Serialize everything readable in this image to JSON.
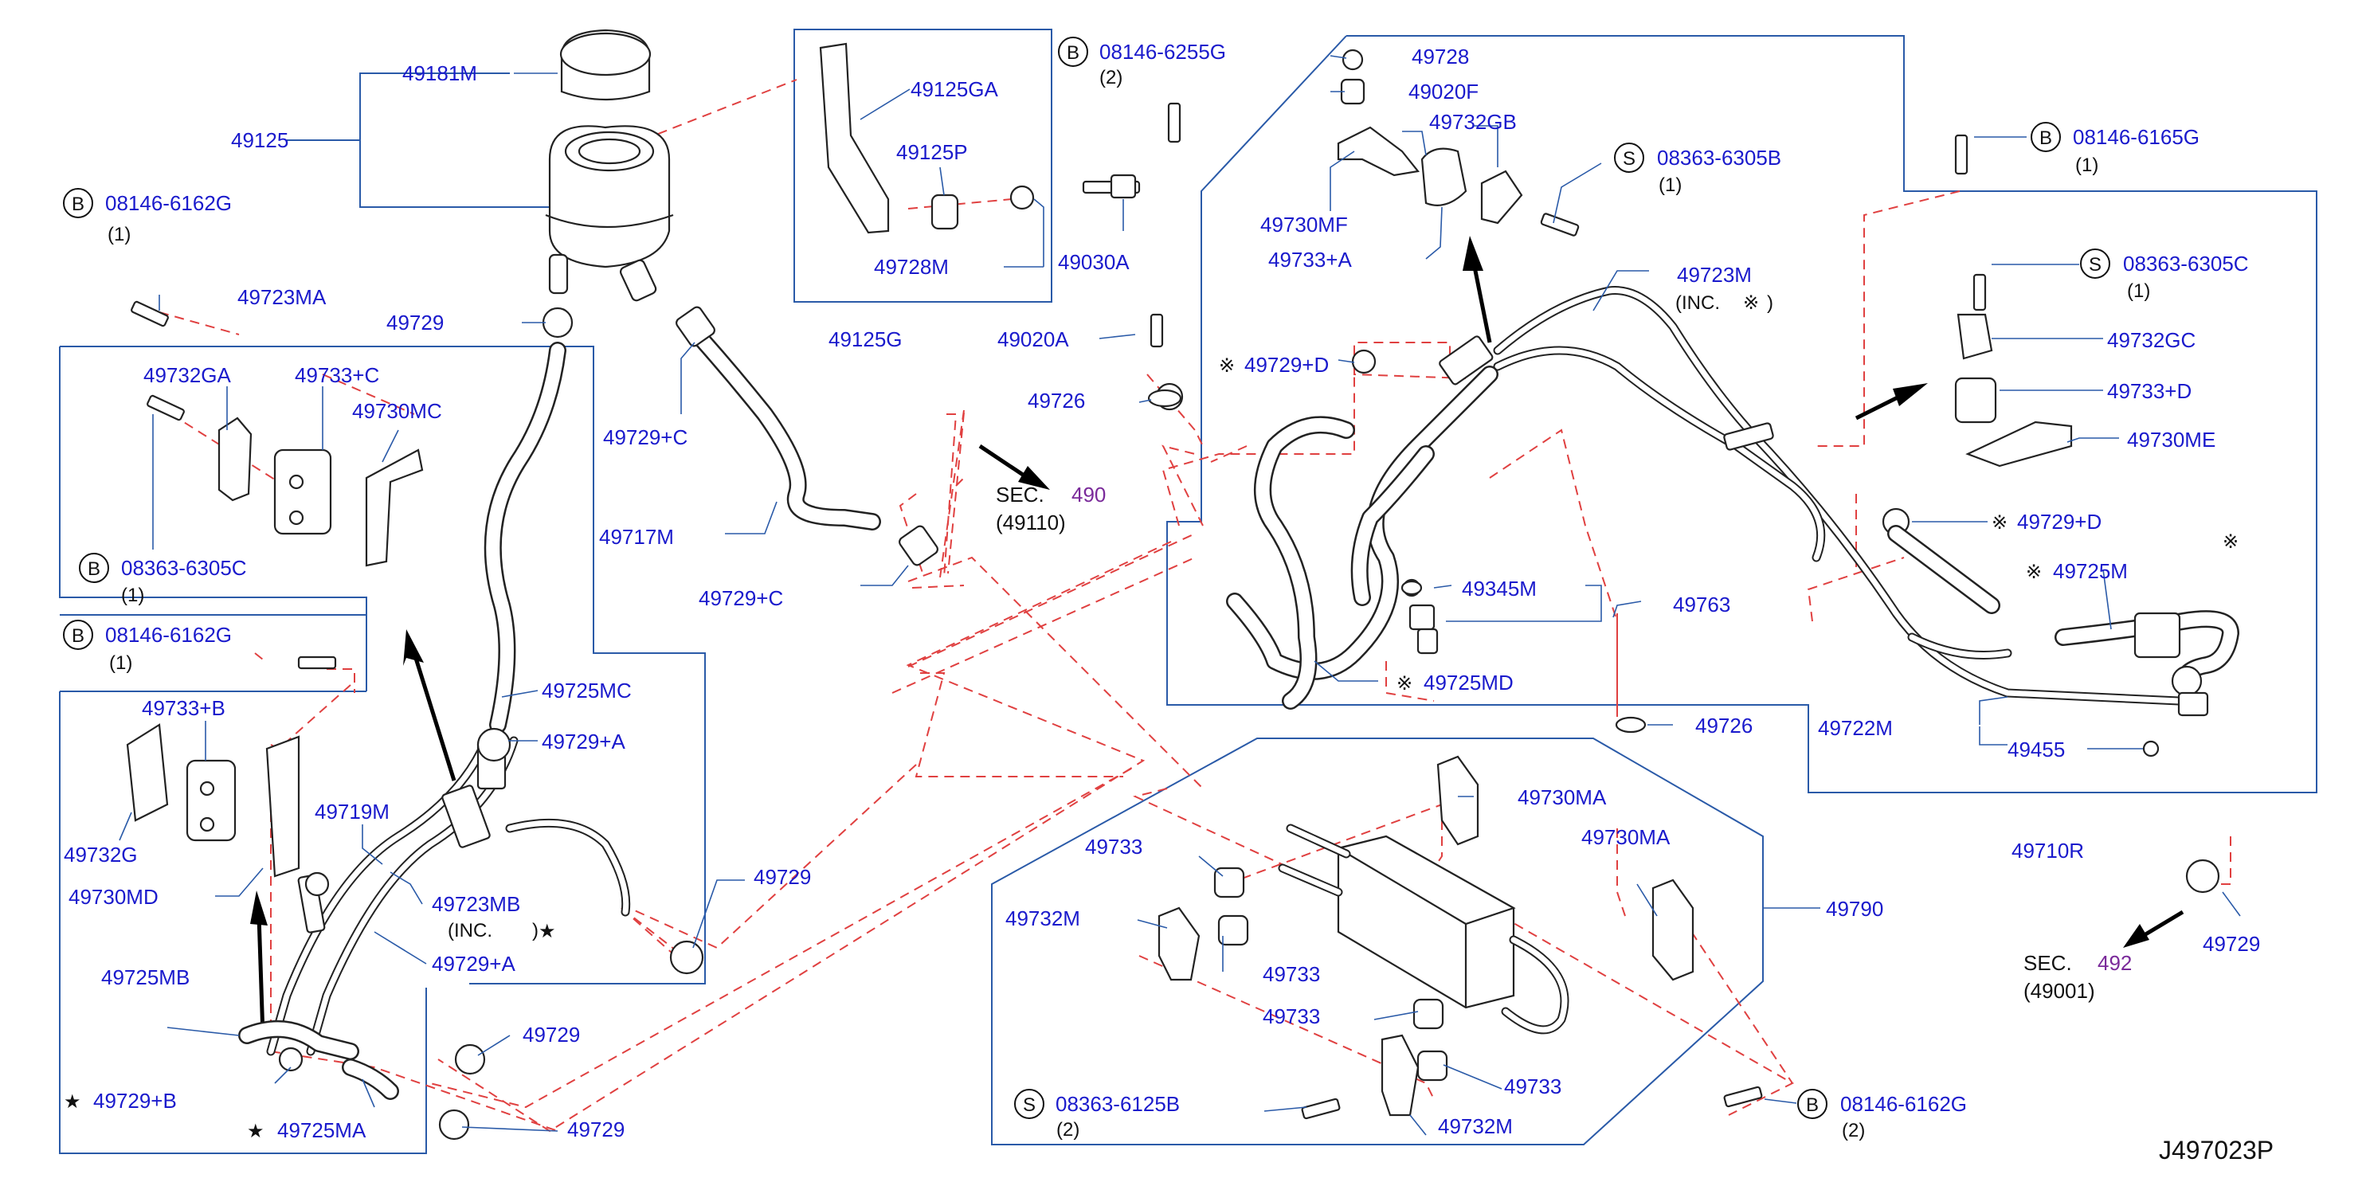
{
  "diagram_code": "J497023P",
  "colors": {
    "label": "#1a1acc",
    "frame": "#2a5aa8",
    "dashed": "#e04040",
    "section_ref": "#7a2a9a"
  },
  "parts": {
    "p49181M": "49181M",
    "p49125": "49125",
    "p49125GA": "49125GA",
    "p49125P": "49125P",
    "p49728M": "49728M",
    "p49125G": "49125G",
    "p49030A": "49030A",
    "p49729_top": "49729",
    "p49729C_a": "49729+C",
    "p49729C_b": "49729+C",
    "p49717M": "49717M",
    "p49723MA": "49723MA",
    "p49732GA": "49732GA",
    "p49733C": "49733+C",
    "p49730MC": "49730MC",
    "p49733B": "49733+B",
    "p49732G": "49732G",
    "p49730MD": "49730MD",
    "p49725MC": "49725MC",
    "p49729A_a": "49729+A",
    "p49719M": "49719M",
    "p49723MB": "49723MB",
    "p49723MB_inc": "(INC.",
    "p49729A_b": "49729+A",
    "p49725MB": "49725MB",
    "p49729B": "49729+B",
    "p49725MA": "49725MA",
    "p49729_l1": "49729",
    "p49729_l2": "49729",
    "p49729_l3": "49729",
    "p49020A": "49020A",
    "p49726_a": "49726",
    "p49728": "49728",
    "p49020F": "49020F",
    "p49732GB": "49732GB",
    "p49730MF": "49730MF",
    "p49733A": "49733+A",
    "p49723M": "49723M",
    "p49723M_inc": "(INC.",
    "p49729D_a": "49729+D",
    "p49345M": "49345M",
    "p49763": "49763",
    "p49725MD": "49725MD",
    "p49726_b": "49726",
    "p49732GC": "49732GC",
    "p49733D": "49733+D",
    "p49730ME": "49730ME",
    "p49729D_b": "49729+D",
    "p49725M": "49725M",
    "p49722M": "49722M",
    "p49455": "49455",
    "p49710R": "49710R",
    "p49729_r": "49729",
    "p49730MA_a": "49730MA",
    "p49730MA_b": "49730MA",
    "p49733_a": "49733",
    "p49732M_a": "49732M",
    "p49733_b": "49733",
    "p49733_c": "49733",
    "p49733_d": "49733",
    "p49732M_b": "49732M",
    "p49790": "49790"
  },
  "marks": {
    "star": "★",
    "ref": "※",
    "close_paren": ")"
  },
  "bolts": [
    {
      "id": "b1",
      "letter": "B",
      "part": "08146-6162G",
      "qty": "(1)"
    },
    {
      "id": "b2",
      "letter": "B",
      "part": "08363-6305C",
      "qty": "(1)"
    },
    {
      "id": "b3",
      "letter": "B",
      "part": "08146-6162G",
      "qty": "(1)"
    },
    {
      "id": "b4",
      "letter": "B",
      "part": "08146-6255G",
      "qty": "(2)"
    },
    {
      "id": "b5",
      "letter": "S",
      "part": "08363-6305B",
      "qty": "(1)"
    },
    {
      "id": "b6",
      "letter": "B",
      "part": "08146-6165G",
      "qty": "(1)"
    },
    {
      "id": "b7",
      "letter": "S",
      "part": "08363-6305C",
      "qty": "(1)"
    },
    {
      "id": "b8",
      "letter": "S",
      "part": "08363-6125B",
      "qty": "(2)"
    },
    {
      "id": "b9",
      "letter": "B",
      "part": "08146-6162G",
      "qty": "(2)"
    }
  ],
  "sections": [
    {
      "id": "sec490",
      "label": "SEC.",
      "number": "490",
      "sub": "(49110)"
    },
    {
      "id": "sec492",
      "label": "SEC.",
      "number": "492",
      "sub": "(49001)"
    }
  ]
}
